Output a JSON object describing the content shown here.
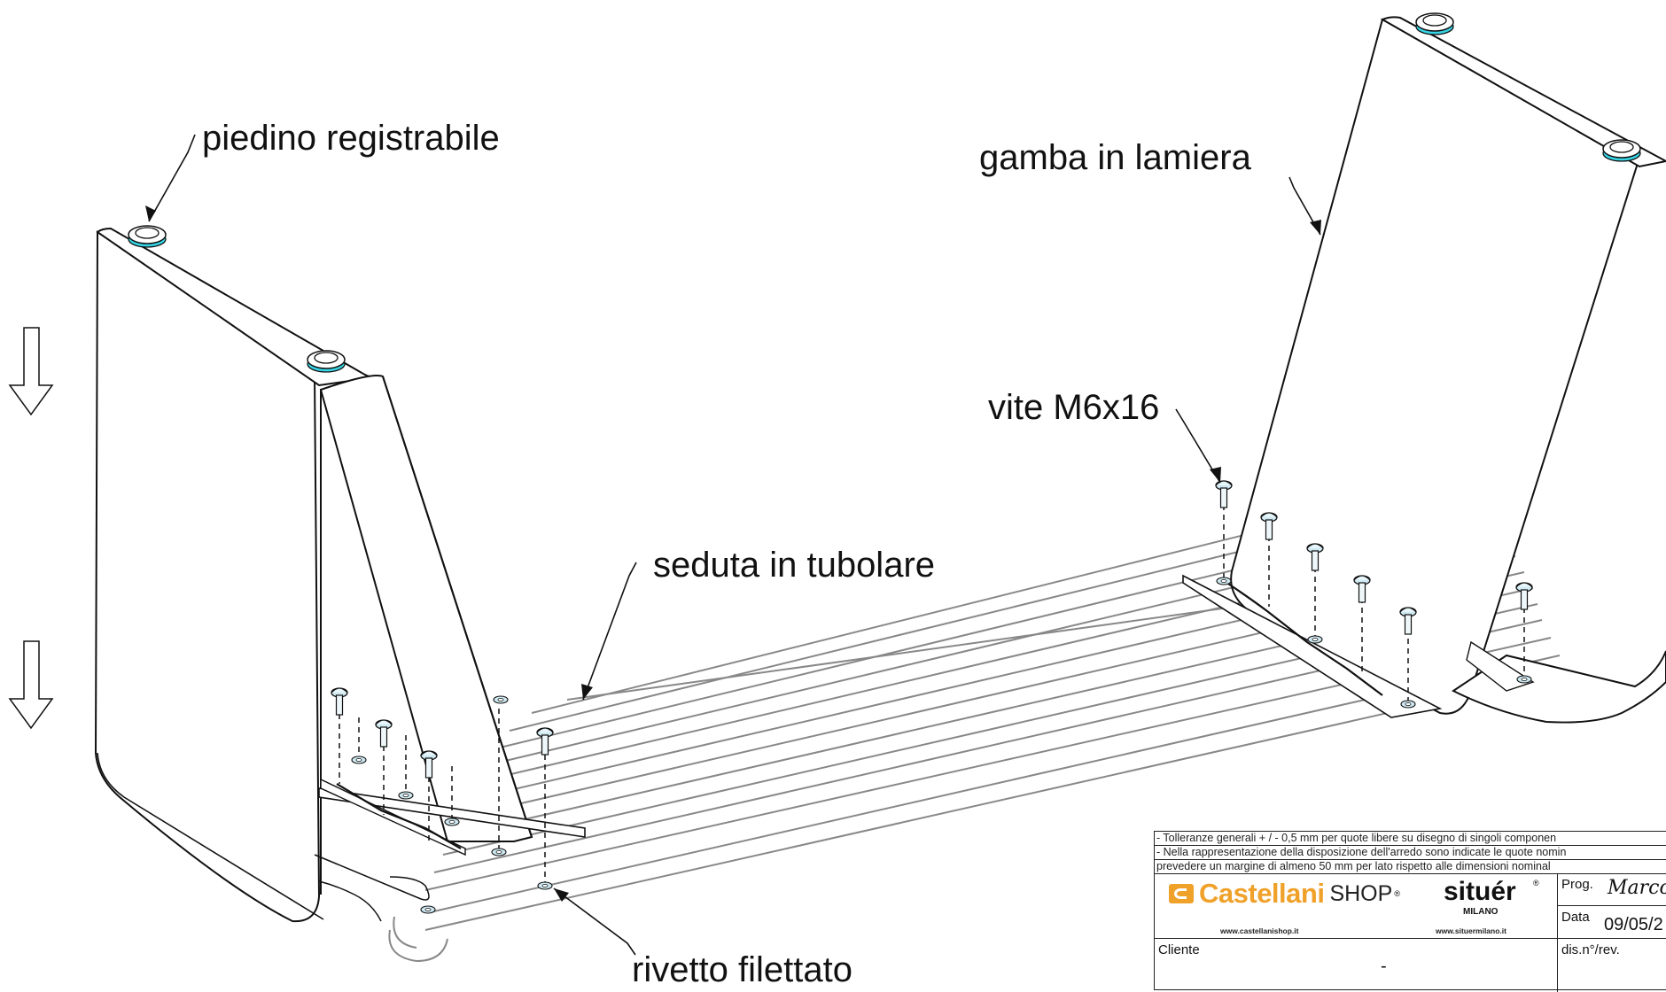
{
  "labels": {
    "adjustable_foot": "piedino registrabile",
    "sheet_leg": "gamba in lamiera",
    "screw": "vite M6x16",
    "tube_seat": "seduta in tubolare",
    "threaded_rivet": "rivetto filettato"
  },
  "notes": [
    "- Tolleranze generali + / - 0,5 mm per quote libere su disegno di singoli componen",
    "- Nella rappresentazione della disposizione dell'arredo sono indicate le quote nomin",
    "  prevedere un margine di almeno 50 mm per lato rispetto alle dimensioni nominal"
  ],
  "title_block": {
    "castellani_brand": "Castellani",
    "castellani_shop": "SHOP",
    "castellani_url": "www.castellanishop.it",
    "situer_brand": "situér",
    "situer_city": "MILANO",
    "situer_url": "www.situermilano.it",
    "registered_mark": "®",
    "prog_label": "Prog.",
    "prog_value": "Marco",
    "data_label": "Data",
    "data_value": "09/05/2",
    "cliente_label": "Cliente",
    "cliente_value": "-",
    "dis_rev_label": "dis.n°/rev."
  },
  "colors": {
    "line": "#111111",
    "accent_cyan": "#36d6e7",
    "part_fill": "#cfe9f2",
    "brand_orange": "#f0a12a"
  },
  "icons": {
    "down_arrow_top": "down-arrow-outline-icon",
    "down_arrow_bottom": "down-arrow-outline-icon"
  }
}
